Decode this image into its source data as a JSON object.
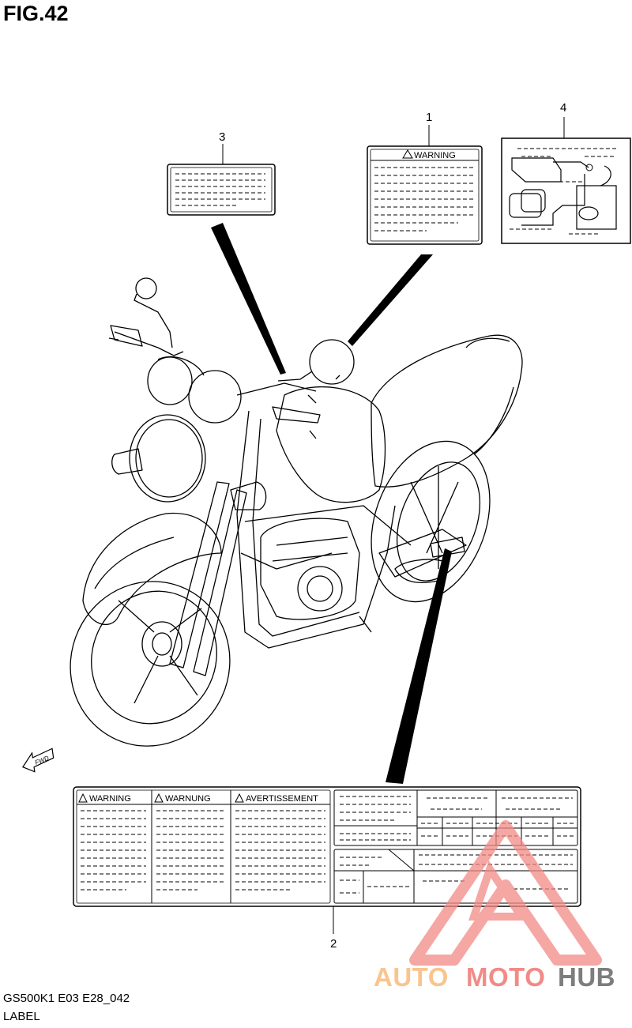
{
  "figure": {
    "title": "FIG.42",
    "callouts": [
      "1",
      "2",
      "3",
      "4"
    ],
    "footer_code": "GS500K1 E03 E28_042",
    "footer_name": "LABEL"
  },
  "labels": {
    "label1_heading": "WARNING",
    "label2_headings": [
      "WARNING",
      "WARNUNG",
      "AVERTISSEMENT"
    ],
    "fwd_arrow": "FWD"
  },
  "watermark": {
    "part1": "AUTO",
    "part2": "MOTO",
    "part3": "HUB",
    "colors": {
      "auto": "#f9c58d",
      "moto": "#f28a86",
      "hub": "#7d7d7d",
      "triangle": "#f28a86"
    }
  }
}
